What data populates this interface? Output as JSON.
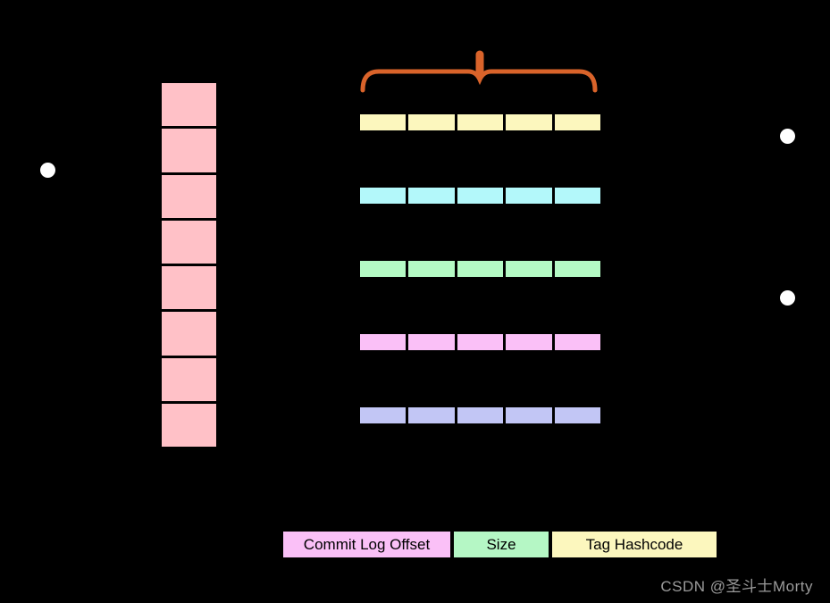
{
  "diagram": {
    "background": "#000000",
    "consume_queue": {
      "cell_count": 8,
      "cell_fill": "#FFC1C7"
    },
    "index_rows": {
      "segments_per_row": 5,
      "rows": [
        {
          "id": "row-yellow",
          "fill": "#FCF7BE"
        },
        {
          "id": "row-cyan",
          "fill": "#B3F8FA"
        },
        {
          "id": "row-green",
          "fill": "#B4FAC4"
        },
        {
          "id": "row-magenta",
          "fill": "#FAC0F7"
        },
        {
          "id": "row-lavender",
          "fill": "#C2C6F5"
        }
      ]
    },
    "brace": {
      "color": "#D9632A"
    },
    "bullets": {
      "color": "#FFFFFF",
      "count": 3
    },
    "legend": {
      "text_color": "#000000",
      "items": [
        {
          "label": "Commit Log Offset",
          "fill": "#FAC0F7"
        },
        {
          "label": "Size",
          "fill": "#B5F7C5"
        },
        {
          "label": "Tag Hashcode",
          "fill": "#FCF7BE"
        }
      ]
    },
    "watermark": {
      "text": "CSDN @圣斗士Morty",
      "color": "#9B9B9B"
    }
  }
}
